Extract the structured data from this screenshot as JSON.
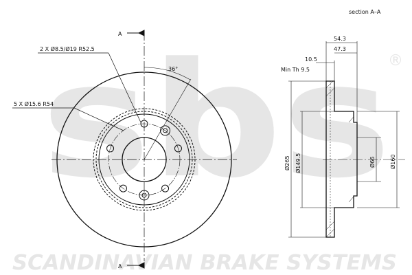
{
  "watermark": {
    "logo": "sbs",
    "registered": "®",
    "brand": "SCANDINAVIAN BRAKE SYSTEMS"
  },
  "front_view": {
    "section_marker_top": "A",
    "section_marker_bottom": "A",
    "callout_small_holes": "2 X Ø8.5/Ø19  R52.5",
    "callout_bolt_holes": "5 X Ø15.6  R54",
    "angle_label": "36°"
  },
  "section_view": {
    "title": "section A–A",
    "dim_total_height": "54.3",
    "dim_hat_height": "47.3",
    "dim_thickness": "10.5",
    "dim_min_thickness": "Min Th 9.5",
    "dia_outer": "Ø265",
    "dia_friction_inner": "Ø149.5",
    "dia_center_bore": "Ø66",
    "dia_hat": "Ø160"
  },
  "colors": {
    "line": "#111111",
    "watermark": "#e6e6e6"
  }
}
